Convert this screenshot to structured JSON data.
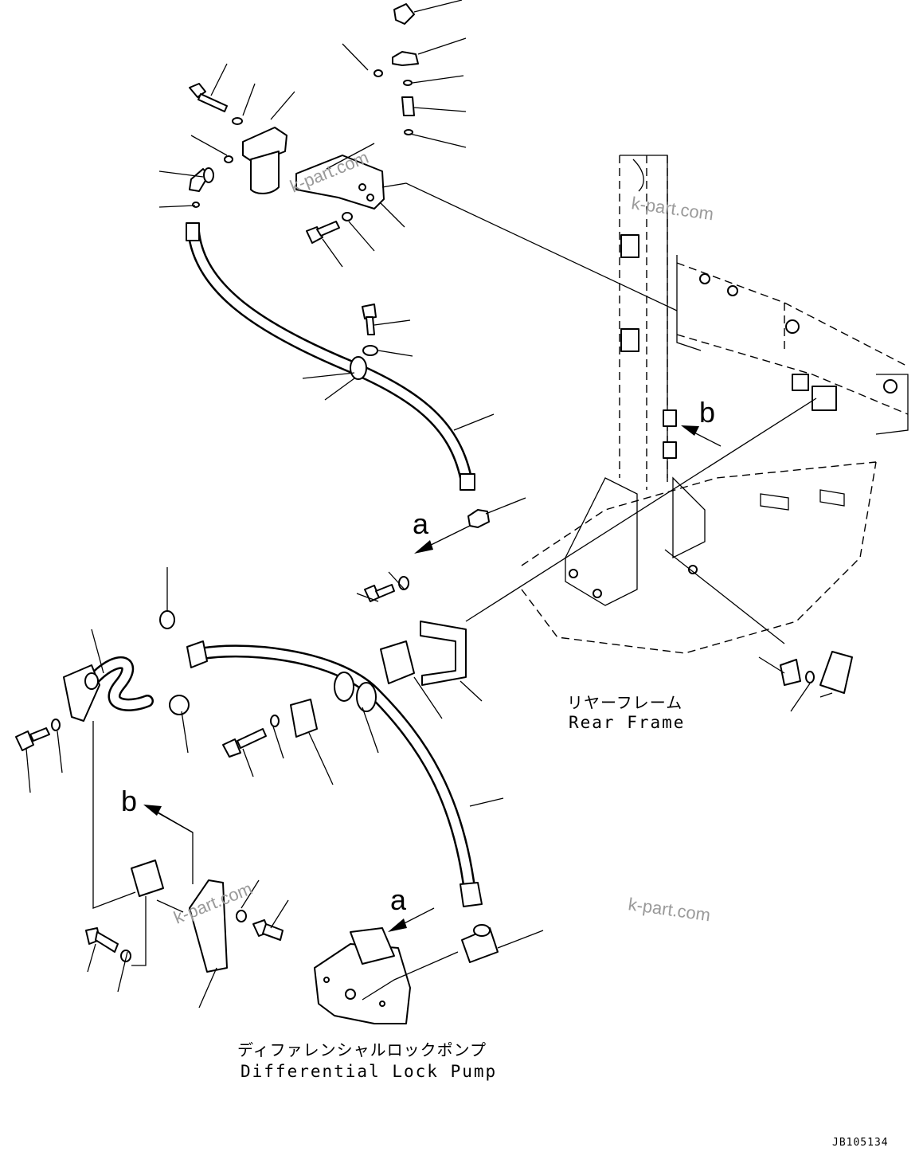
{
  "labels": {
    "rear_frame_jp": "リヤーフレーム",
    "rear_frame_en": "Rear Frame",
    "diff_pump_jp": "ディファレンシャルロックポンプ",
    "diff_pump_en": "Differential Lock Pump",
    "drawing_code": "JB105134"
  },
  "refs": {
    "a": "a",
    "b": "b"
  },
  "watermark": "k-part.com"
}
